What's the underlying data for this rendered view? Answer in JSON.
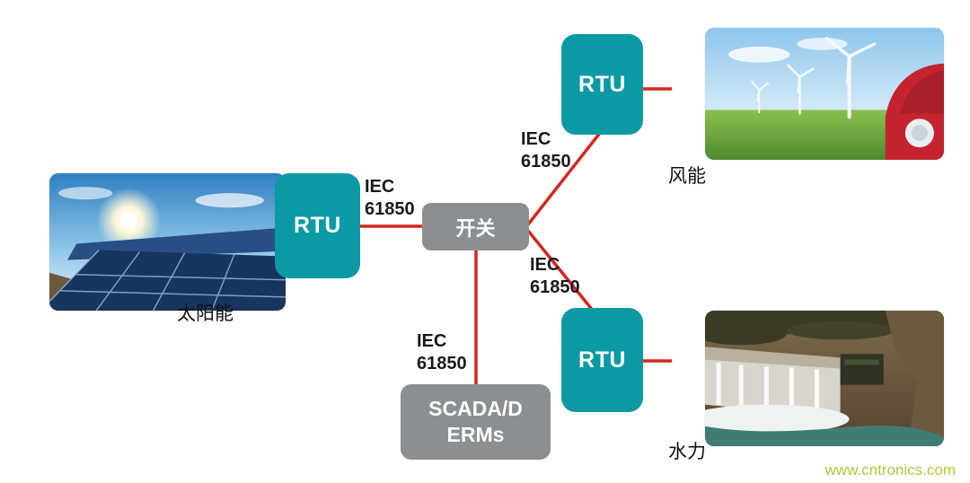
{
  "nodes": {
    "rtu_solar": "RTU",
    "rtu_wind": "RTU",
    "rtu_hydro": "RTU",
    "switch": "开关",
    "scada_line1": "SCADA/D",
    "scada_line2": "ERMs"
  },
  "links": [
    {
      "line1": "IEC",
      "line2": "61850"
    },
    {
      "line1": "IEC",
      "line2": "61850"
    },
    {
      "line1": "IEC",
      "line2": "61850"
    },
    {
      "line1": "IEC",
      "line2": "61850"
    }
  ],
  "captions": {
    "solar": "太阳能",
    "wind": "风能",
    "hydro": "水力"
  },
  "watermark": "www.cntronics.com",
  "colors": {
    "rtu_teal": "#0b99a4",
    "node_gray": "#8c8f91",
    "line_red": "#d6251f",
    "watermark_green": "#aacb3a"
  }
}
